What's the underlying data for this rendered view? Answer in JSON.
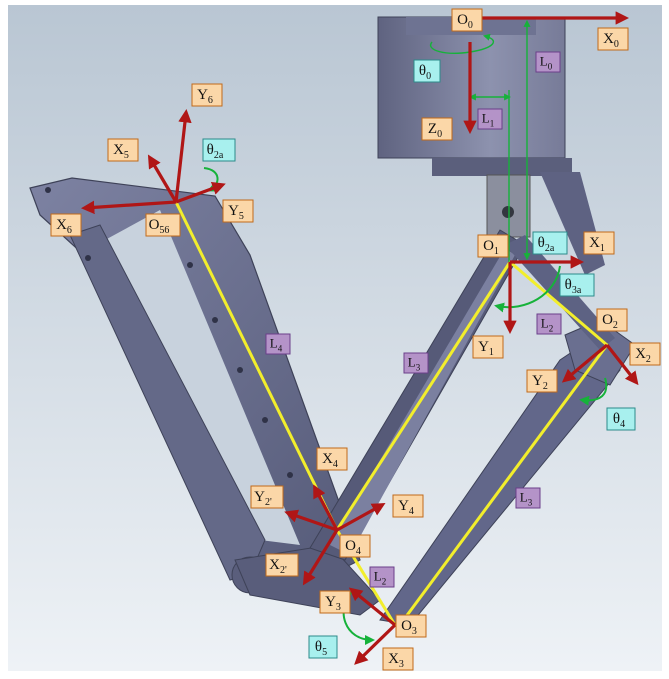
{
  "colors": {
    "background_top": "#b9c6d3",
    "background_bottom": "#eef2f6",
    "metal_dark": "#4a4e66",
    "metal_mid": "#6a6f8e",
    "metal_light": "#9aa0bd",
    "axis_red": "#b01616",
    "rotation_green": "#16b23a",
    "link_yellow": "#f2ee2c",
    "frame_box_fill": "#fbd7a8",
    "frame_box_stroke": "#c06a1a",
    "angle_box_fill": "#a8f0ee",
    "angle_box_stroke": "#2c8a8a",
    "length_box_fill": "#b493c8",
    "length_box_stroke": "#6b3f8a"
  },
  "frame_labels": {
    "O0": {
      "base": "O",
      "sub": "0"
    },
    "X0": {
      "base": "X",
      "sub": "0"
    },
    "Z0": {
      "base": "Z",
      "sub": "0"
    },
    "O1": {
      "base": "O",
      "sub": "1"
    },
    "X1": {
      "base": "X",
      "sub": "1"
    },
    "Y1": {
      "base": "Y",
      "sub": "1"
    },
    "O2": {
      "base": "O",
      "sub": "2"
    },
    "X2": {
      "base": "X",
      "sub": "2"
    },
    "Y2": {
      "base": "Y",
      "sub": "2"
    },
    "O3": {
      "base": "O",
      "sub": "3"
    },
    "X3": {
      "base": "X",
      "sub": "3"
    },
    "Y3": {
      "base": "Y",
      "sub": "3"
    },
    "O4": {
      "base": "O",
      "sub": "4"
    },
    "X4": {
      "base": "X",
      "sub": "4"
    },
    "Y4": {
      "base": "Y",
      "sub": "4"
    },
    "X2p": {
      "base": "X",
      "sub": "2'"
    },
    "Y2p": {
      "base": "Y",
      "sub": "2'"
    },
    "X5": {
      "base": "X",
      "sub": "5"
    },
    "Y5": {
      "base": "Y",
      "sub": "5"
    },
    "X6": {
      "base": "X",
      "sub": "6"
    },
    "Y6": {
      "base": "Y",
      "sub": "6"
    },
    "O56": {
      "base": "O",
      "sub": "56"
    }
  },
  "angle_labels": {
    "theta0": {
      "base": "θ",
      "sub": "0"
    },
    "theta2a_left": {
      "base": "θ",
      "sub": "2a"
    },
    "theta2a_right": {
      "base": "θ",
      "sub": "2a"
    },
    "theta3a": {
      "base": "θ",
      "sub": "3a"
    },
    "theta4": {
      "base": "θ",
      "sub": "4"
    },
    "theta5": {
      "base": "θ",
      "sub": "5"
    }
  },
  "length_labels": {
    "L0": {
      "base": "L",
      "sub": "0"
    },
    "L1": {
      "base": "L",
      "sub": "1"
    },
    "L2_upper": {
      "base": "L",
      "sub": "2"
    },
    "L2_lower": {
      "base": "L",
      "sub": "2"
    },
    "L3_left": {
      "base": "L",
      "sub": "3"
    },
    "L3_right": {
      "base": "L",
      "sub": "3"
    },
    "L4": {
      "base": "L",
      "sub": "4"
    }
  }
}
